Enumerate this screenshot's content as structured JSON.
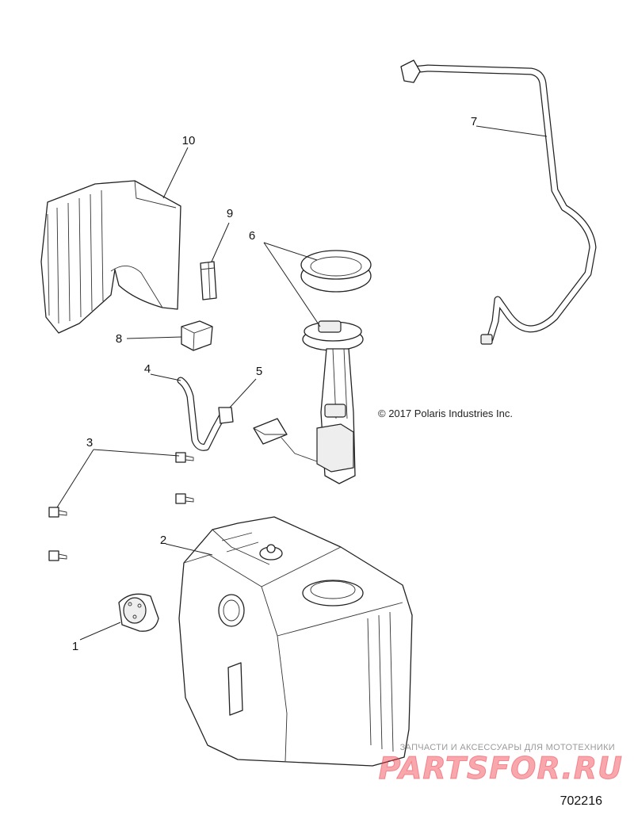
{
  "callouts": [
    "1",
    "2",
    "3",
    "4",
    "5",
    "6",
    "7",
    "8",
    "9",
    "10"
  ],
  "copyright": "© 2017 Polaris Industries Inc.",
  "watermark": {
    "tagline": "ЗАПЧАСТИ И АКСЕССУАРЫ ДЛЯ МОТОТЕХНИКИ",
    "logo": "PARTSFOR.RU"
  },
  "diagram_id": "702216"
}
